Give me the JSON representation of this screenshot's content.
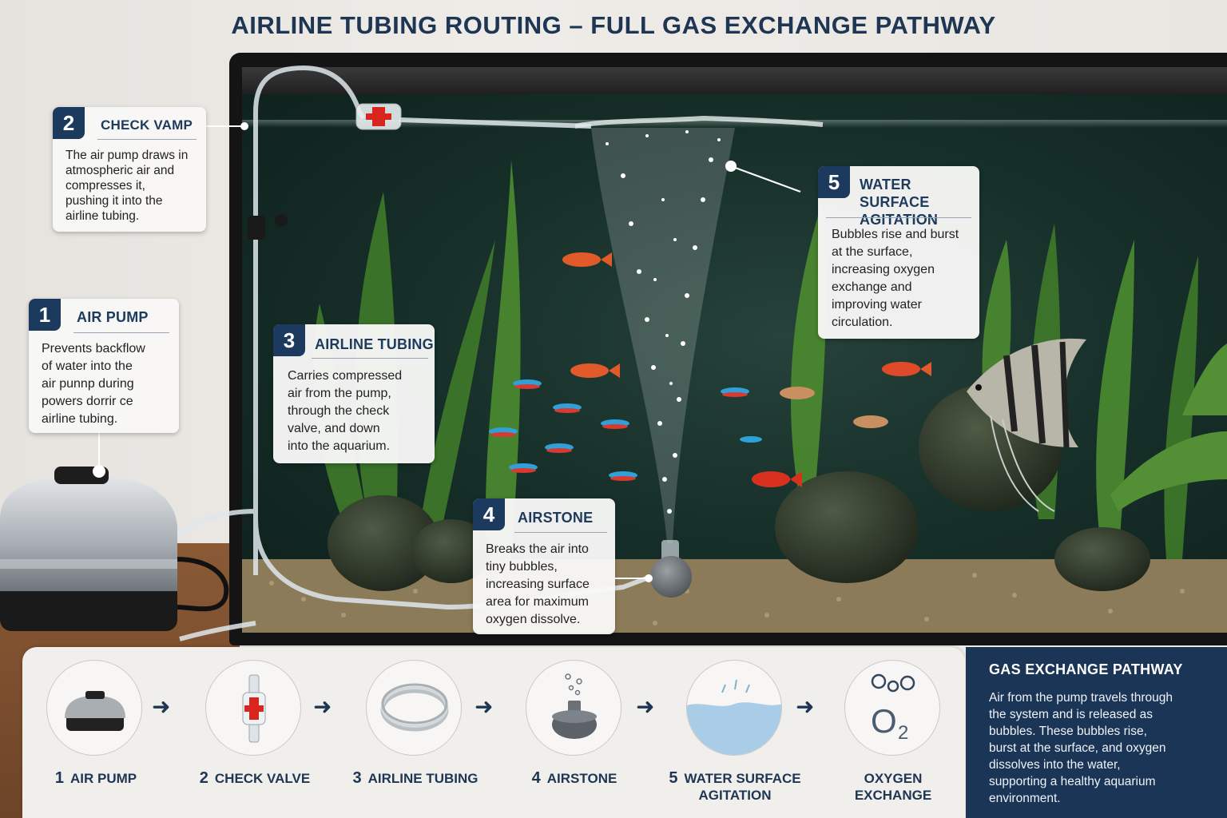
{
  "title": "AIRLINE TUBING ROUTING – FULL GAS EXCHANGE PATHWAY",
  "callouts": [
    {
      "num": "1",
      "heading": "AIR PUMP",
      "body": [
        "Prevents backflow",
        "of water into the",
        "air punnp during",
        "powers dorrir ce",
        "airline tubing."
      ]
    },
    {
      "num": "2",
      "heading": "CHECK VAMP",
      "body": [
        "The air pump draws in",
        "atmospheric air and",
        "compresses it,",
        "pushing it into the",
        "airline tubing."
      ]
    },
    {
      "num": "3",
      "heading": "AIRLINE TUBING",
      "body": [
        "Carries compressed",
        "air from the pump,",
        "through the check",
        "valve, and down",
        "into the aquarium."
      ]
    },
    {
      "num": "4",
      "heading": "AIRSTONE",
      "body": [
        "Breaks the air into",
        "tiny bubbles,",
        "increasing surface",
        "area for maximum",
        "oxygen dissolve."
      ]
    },
    {
      "num": "5",
      "heading": [
        "WATER SURFACE",
        "AGITATION"
      ],
      "body": [
        "Bubbles rise and burst",
        "at the surface,",
        "increasing oxygen",
        "exchange and",
        "improving water",
        "circulation."
      ]
    }
  ],
  "steps": [
    {
      "num": "1",
      "label": [
        "AIR PUMP"
      ],
      "icon": "air-pump-icon"
    },
    {
      "num": "2",
      "label": [
        "CHECK VALVE"
      ],
      "icon": "check-valve-icon"
    },
    {
      "num": "3",
      "label": [
        "AIRLINE TUBING"
      ],
      "icon": "tubing-coil-icon"
    },
    {
      "num": "4",
      "label": [
        "AIRSTONE"
      ],
      "icon": "airstone-icon"
    },
    {
      "num": "5",
      "label": [
        "WATER SURFACE",
        "AGITATION"
      ],
      "icon": "water-surface-icon"
    },
    {
      "num": "",
      "label": [
        "OXYGEN",
        "EXCHANGE"
      ],
      "icon": "oxygen-icon"
    }
  ],
  "o2_symbol": "O",
  "o2_subscript": "2",
  "info": {
    "heading": "GAS EXCHANGE PATHWAY",
    "body": [
      "Air from the pump travels through",
      "the system and is released as",
      "bubbles. These bubbles rise,",
      "burst at the surface, and oxygen",
      "dissolves into the water,",
      "supporting a healthy aquarium",
      "environment."
    ]
  },
  "colors": {
    "navy": "#1c3a5e",
    "valve_red": "#d8261f",
    "plant_green": "#3f7a2a"
  }
}
